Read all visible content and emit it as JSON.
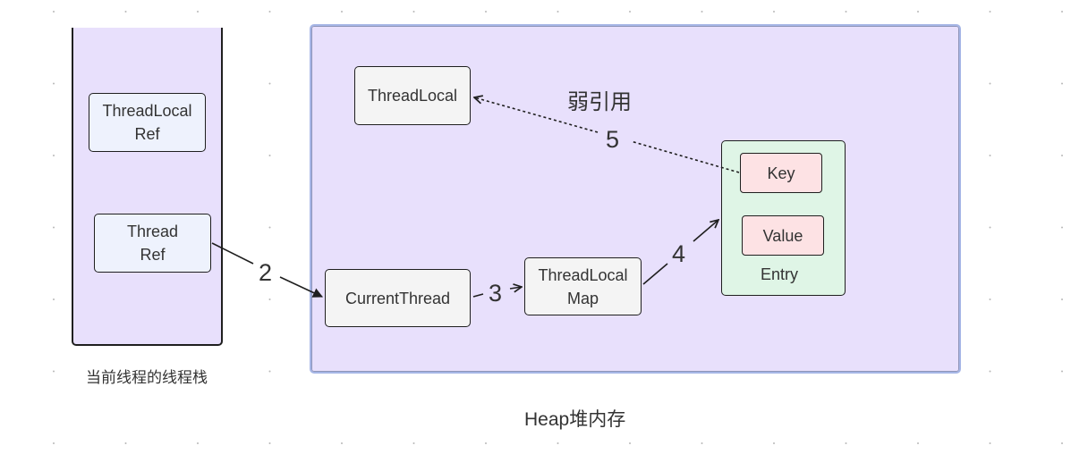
{
  "stack": {
    "caption": "当前线程的线程栈",
    "items": [
      {
        "label_line1": "ThreadLocal",
        "label_line2": "Ref"
      },
      {
        "label_line1": "Thread",
        "label_line2": "Ref"
      }
    ]
  },
  "heap": {
    "caption": "Heap堆内存",
    "nodes": {
      "thread_local": "ThreadLocal",
      "current_thread": "CurrentThread",
      "thread_local_map_line1": "ThreadLocal",
      "thread_local_map_line2": "Map",
      "entry": "Entry",
      "key": "Key",
      "value": "Value"
    },
    "weak_ref_label": "弱引用"
  },
  "edges": [
    {
      "from": "Thread Ref",
      "to": "CurrentThread",
      "label": "2",
      "style": "solid"
    },
    {
      "from": "CurrentThread",
      "to": "ThreadLocal Map",
      "label": "3",
      "style": "solid"
    },
    {
      "from": "ThreadLocal Map",
      "to": "Entry",
      "label": "4",
      "style": "solid"
    },
    {
      "from": "Key",
      "to": "ThreadLocal",
      "label": "5",
      "style": "dotted"
    }
  ],
  "colors": {
    "container_fill": "#e8e0fc",
    "ref_fill": "#eef2fd",
    "node_fill": "#f4f4f4",
    "entry_fill": "#dff5e6",
    "kv_fill": "#fde2e4",
    "heap_border": "#a6b6e6",
    "stroke": "#1f1f1f"
  }
}
